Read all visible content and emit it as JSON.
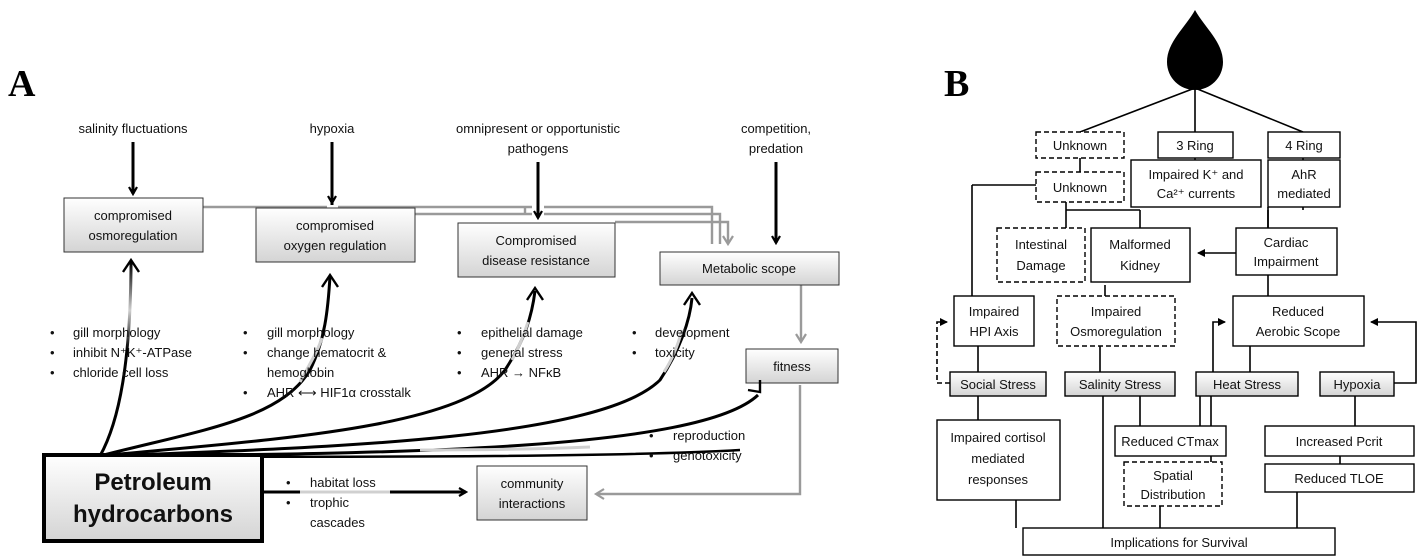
{
  "panel_a": {
    "label": "A",
    "stressors": {
      "salinity": "salinity fluctuations",
      "hypoxia": "hypoxia",
      "pathogens_1": "omnipresent or opportunistic",
      "pathogens_2": "pathogens",
      "competition_1": "competition,",
      "competition_2": "predation"
    },
    "boxes": {
      "osmo_1": "compromised",
      "osmo_2": "osmoregulation",
      "oxygen_1": "compromised",
      "oxygen_2": "oxygen regulation",
      "disease_1": "Compromised",
      "disease_2": "disease resistance",
      "metabolic": "Metabolic scope",
      "fitness": "fitness",
      "community_1": "community",
      "community_2": "interactions",
      "petroleum_1": "Petroleum",
      "petroleum_2": "hydrocarbons"
    },
    "bullets": {
      "osmo": [
        "gill morphology",
        "inhibit N⁺K⁺-ATPase",
        "chloride cell loss"
      ],
      "oxygen": [
        "gill morphology",
        "change hematocrit &",
        "hemoglobin",
        "AHR ⟷ HIF1α crosstalk"
      ],
      "disease": [
        "epithelial damage",
        "general stress",
        "AHR → NFκB"
      ],
      "metabolic": [
        "development",
        "toxicity"
      ],
      "fitness": [
        "reproduction",
        "genotoxicity"
      ],
      "community": [
        "habitat loss",
        "trophic",
        "cascades"
      ]
    }
  },
  "panel_b": {
    "label": "B",
    "boxes": {
      "unknown_top": "Unknown",
      "ring3": "3 Ring",
      "ring4": "4 Ring",
      "unknown_mid": "Unknown",
      "impaired_k_1": "Impaired K⁺ and",
      "impaired_k_2": "Ca²⁺ currents",
      "ahr_1": "AhR",
      "ahr_2": "mediated",
      "intestinal_1": "Intestinal",
      "intestinal_2": "Damage",
      "kidney_1": "Malformed",
      "kidney_2": "Kidney",
      "cardiac_1": "Cardiac",
      "cardiac_2": "Impairment",
      "hpi_1": "Impaired",
      "hpi_2": "HPI Axis",
      "osmo_1": "Impaired",
      "osmo_2": "Osmoregulation",
      "aerobic_1": "Reduced",
      "aerobic_2": "Aerobic Scope",
      "social": "Social Stress",
      "salinity": "Salinity Stress",
      "heat": "Heat Stress",
      "hypoxia": "Hypoxia",
      "cortisol_1": "Impaired cortisol",
      "cortisol_2": "mediated",
      "cortisol_3": "responses",
      "ctmax": "Reduced CTmax",
      "spatial_1": "Spatial",
      "spatial_2": "Distribution",
      "pcrit": "Increased Pcrit",
      "tloe": "Reduced TLOE",
      "survival": "Implications for Survival"
    }
  }
}
